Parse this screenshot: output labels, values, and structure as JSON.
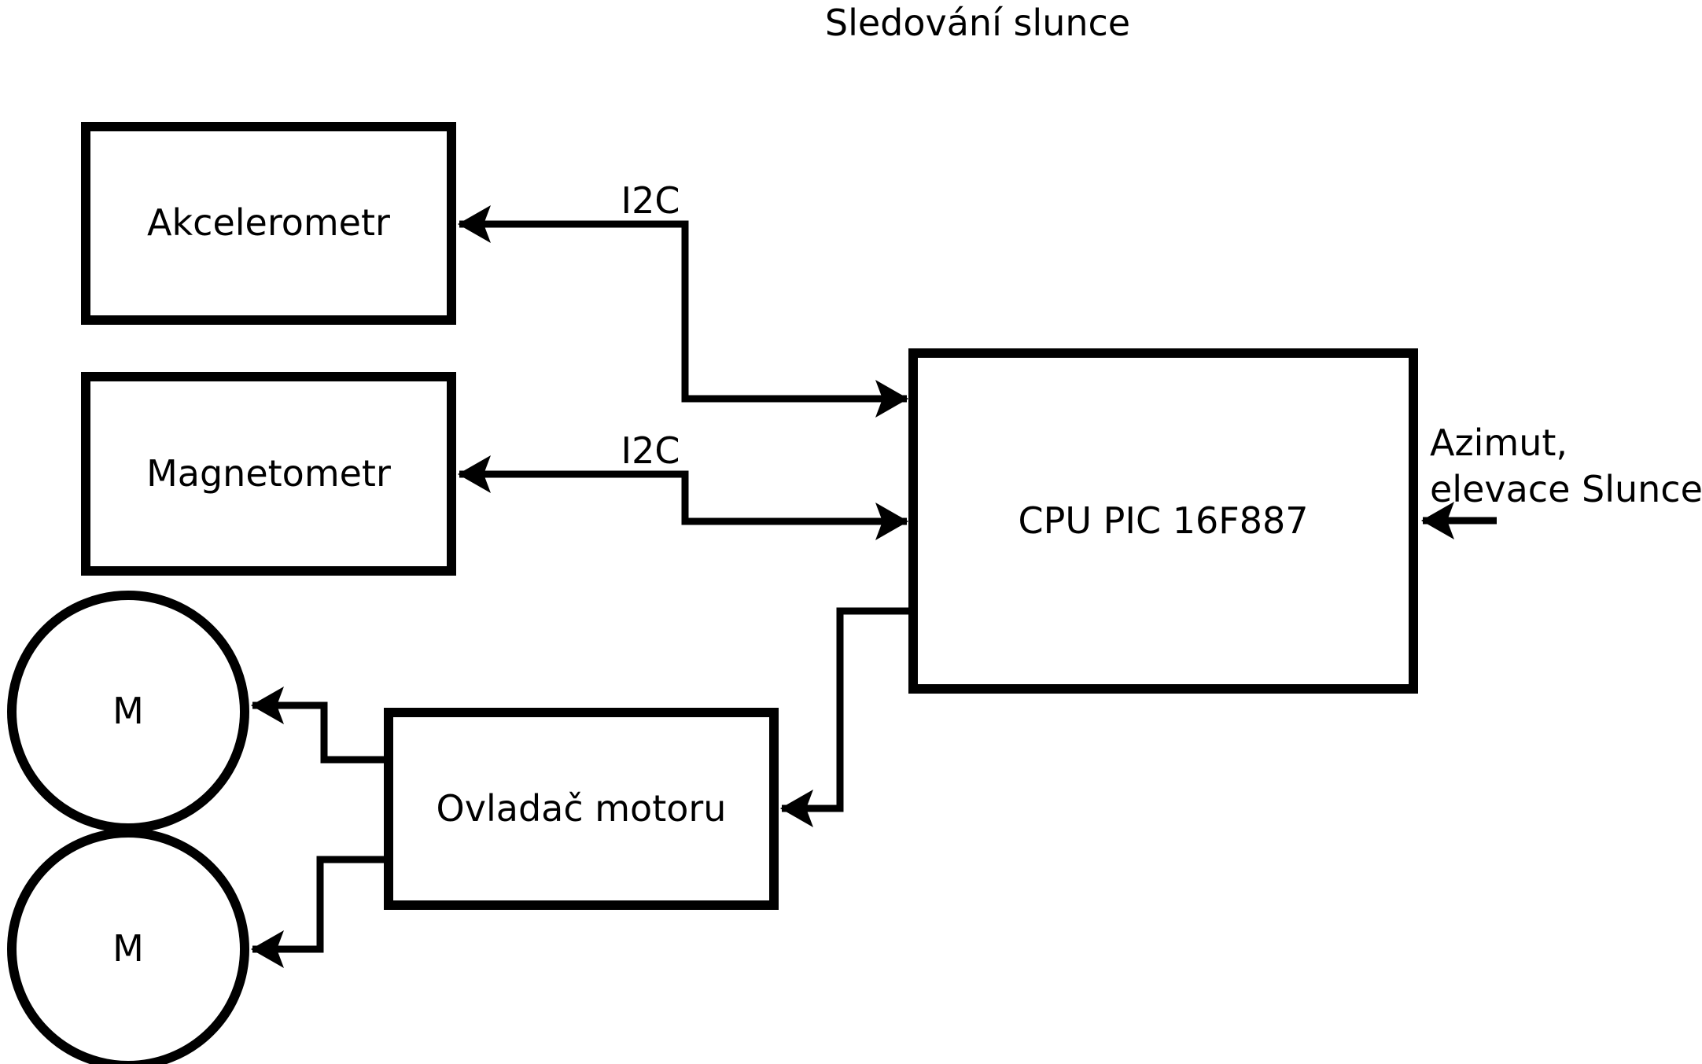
{
  "title": "Sledování slunce",
  "blocks": {
    "akcelerometr": {
      "label": "Akcelerometr"
    },
    "magnetometr": {
      "label": "Magnetometr"
    },
    "cpu": {
      "label": "CPU PIC 16F887"
    },
    "ovladac": {
      "label": "Ovladač motoru"
    },
    "motor1": {
      "label": "M"
    },
    "motor2": {
      "label": "M"
    }
  },
  "bus_labels": {
    "i2c_akcelerometr": "I2C",
    "i2c_magnetometr": "I2C"
  },
  "input_label": {
    "line1": "Azimut,",
    "line2": "elevace Slunce"
  },
  "colors": {
    "line": "#000000",
    "background": "#ffffff"
  }
}
